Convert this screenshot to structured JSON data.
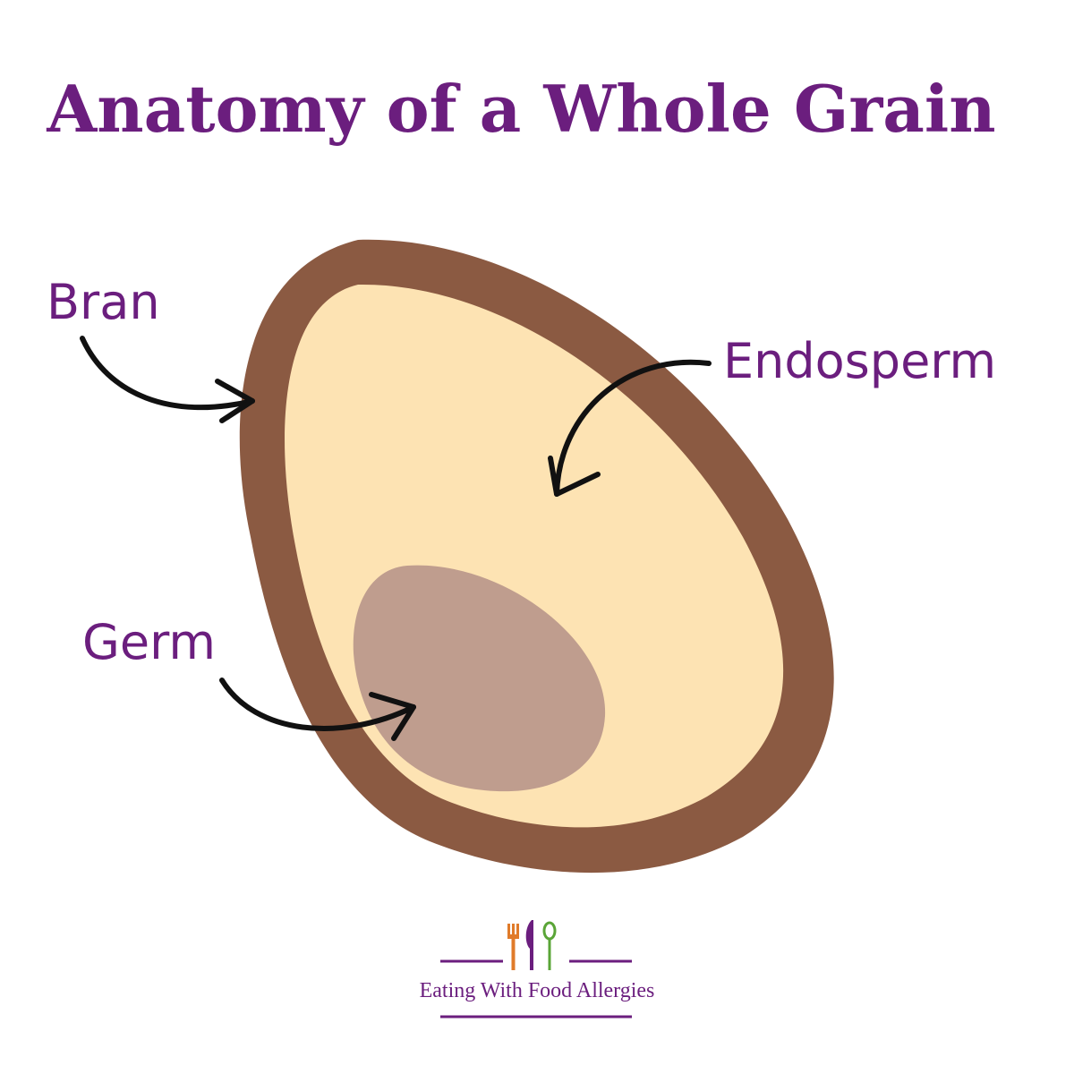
{
  "title": "Anatomy of a Whole Grain",
  "labels": {
    "bran": "Bran",
    "endosperm": "Endosperm",
    "germ": "Germ"
  },
  "brand": {
    "name": "Eating With Food Allergies"
  },
  "colors": {
    "title": "#6b1e7e",
    "label": "#6b1e7e",
    "bran": "#8b5a42",
    "endosperm": "#fde3b3",
    "germ": "#bf9d8e",
    "arrow": "#111111",
    "logo_fork": "#e07b2a",
    "logo_knife": "#6b1e7e",
    "logo_spoon": "#5aa537",
    "logo_lines": "#6b1e7e"
  },
  "icons": {
    "logo": [
      "fork-icon",
      "knife-icon",
      "spoon-icon"
    ]
  }
}
